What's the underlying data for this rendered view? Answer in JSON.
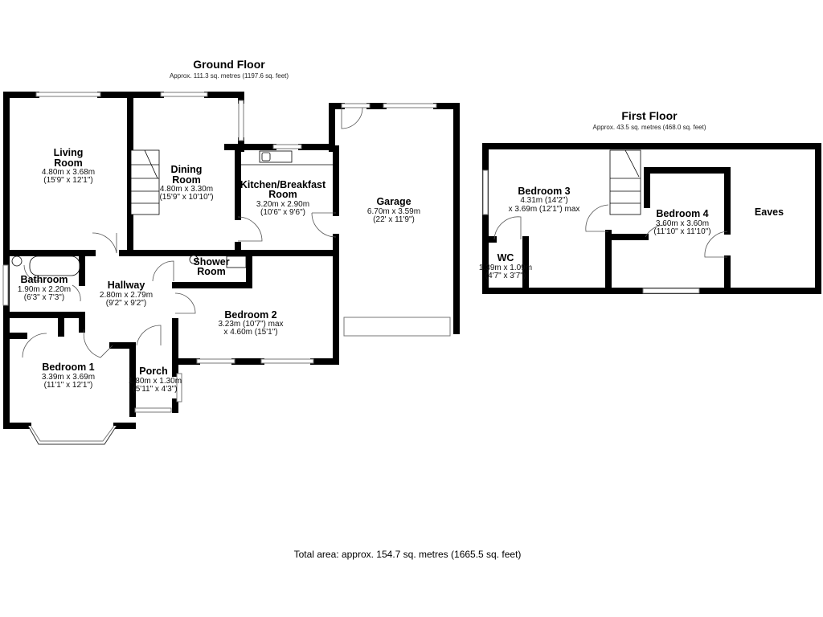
{
  "ground_floor": {
    "title": "Ground Floor",
    "area": "Approx. 111.3 sq. metres (1197.6 sq. feet)",
    "rooms": {
      "living": {
        "name1": "Living",
        "name2": "Room",
        "dim_m": "4.80m x 3.68m",
        "dim_ft": "(15'9\" x 12'1\")"
      },
      "dining": {
        "name1": "Dining",
        "name2": "Room",
        "dim_m": "4.80m x 3.30m",
        "dim_ft": "(15'9\" x 10'10\")"
      },
      "kitchen": {
        "name1": "Kitchen/Breakfast",
        "name2": "Room",
        "dim_m": "3.20m x 2.90m",
        "dim_ft": "(10'6\" x 9'6\")"
      },
      "garage": {
        "name": "Garage",
        "dim_m": "6.70m x 3.59m",
        "dim_ft": "(22' x 11'9\")"
      },
      "bathroom": {
        "name": "Bathroom",
        "dim_m": "1.90m x 2.20m",
        "dim_ft": "(6'3\" x 7'3\")"
      },
      "hallway": {
        "name": "Hallway",
        "dim_m": "2.80m x 2.79m",
        "dim_ft": "(9'2\" x 9'2\")"
      },
      "shower": {
        "name1": "Shower",
        "name2": "Room"
      },
      "bedroom2": {
        "name": "Bedroom 2",
        "dim_m": "3.23m (10'7\") max",
        "dim_ft": "x 4.60m (15'1\")"
      },
      "bedroom1": {
        "name": "Bedroom 1",
        "dim_m": "3.39m x 3.69m",
        "dim_ft": "(11'1\" x 12'1\")"
      },
      "porch": {
        "name": "Porch",
        "dim_m": "1.80m x 1.30m",
        "dim_ft": "(5'11\" x 4'3\")"
      }
    }
  },
  "first_floor": {
    "title": "First Floor",
    "area": "Approx. 43.5 sq. metres (468.0 sq. feet)",
    "rooms": {
      "bedroom3": {
        "name": "Bedroom 3",
        "dim_m": "4.31m (14'2\")",
        "dim_ft": "x 3.69m (12'1\") max"
      },
      "bedroom4": {
        "name": "Bedroom 4",
        "dim_m": "3.60m x 3.60m",
        "dim_ft": "(11'10\" x 11'10\")"
      },
      "eaves": {
        "name": "Eaves"
      },
      "wc": {
        "name": "WC",
        "dim_m": "1.39m x 1.09m",
        "dim_ft": "(4'7\" x 3'7\")"
      }
    }
  },
  "total_area": "Total area: approx. 154.7 sq. metres (1665.5 sq. feet)"
}
